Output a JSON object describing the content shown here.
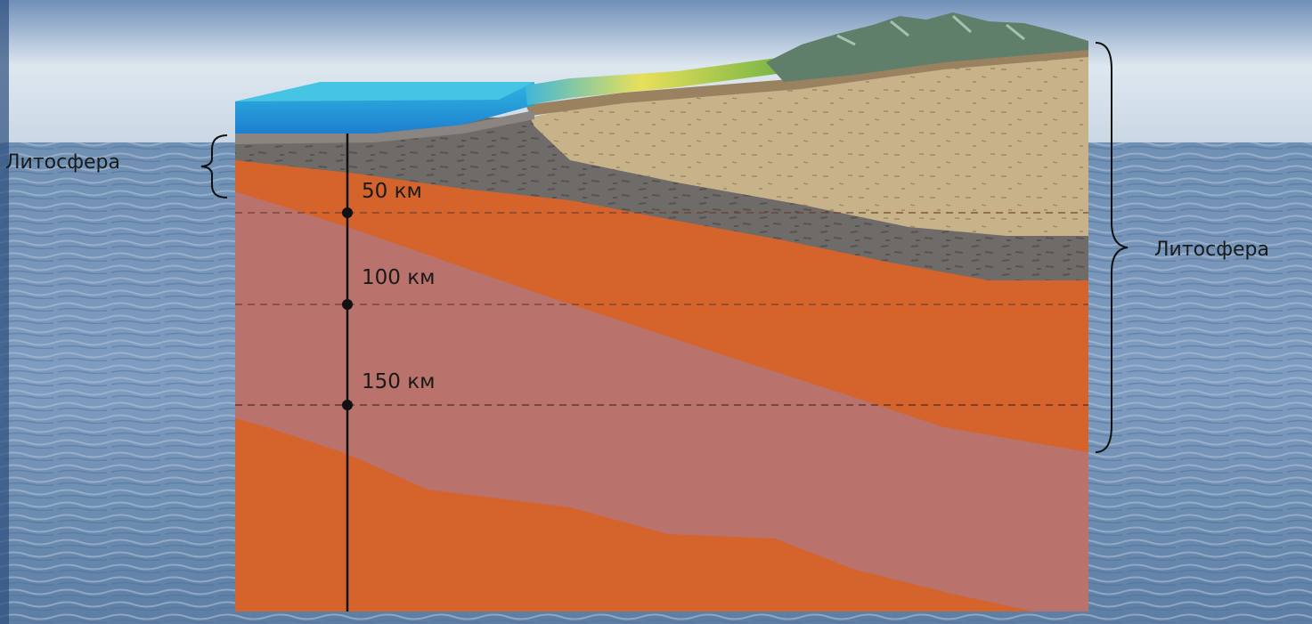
{
  "labels": {
    "lithosphere_left": "Литосфера",
    "lithosphere_right": "Литосфера"
  },
  "depth_markers": [
    {
      "label": "50 км"
    },
    {
      "label": "100 км"
    },
    {
      "label": "150 км"
    }
  ],
  "colors": {
    "ocean_water": "#1f9fd6",
    "land_vegetation": "#4aa83c",
    "mountains": "#5f7f6a",
    "sediment_gray": "#6f6b68",
    "continental_crust": "#c8b28a",
    "lithosphere_orange": "#d4642c",
    "asthenosphere_pink": "#b9726c",
    "sea_background": "#5c7fa6"
  },
  "icons": [
    "left-curly-brace",
    "right-curly-brace",
    "depth-dot"
  ]
}
